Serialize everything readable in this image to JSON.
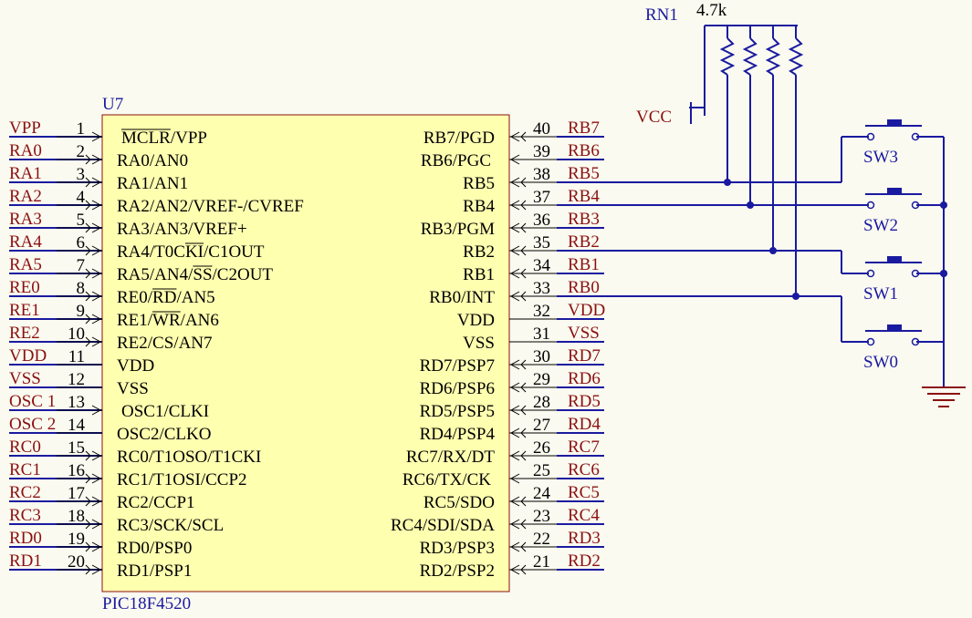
{
  "schematic": {
    "designator": "U7",
    "part_name": "PIC18F4520",
    "resistor_network": {
      "designator": "RN1",
      "value": "4.7k"
    },
    "power": {
      "vcc": "VCC"
    },
    "left_pins": [
      {
        "num": "1",
        "name": "MCLR/VPP",
        "net": "VPP",
        "arrow": "in"
      },
      {
        "num": "2",
        "name": "RA0/AN0",
        "net": "RA0",
        "arrow": "io"
      },
      {
        "num": "3",
        "name": "RA1/AN1",
        "net": "RA1",
        "arrow": "io"
      },
      {
        "num": "4",
        "name": "RA2/AN2/VREF-/CVREF",
        "net": "RA2",
        "arrow": "io"
      },
      {
        "num": "5",
        "name": "RA3/AN3/VREF+",
        "net": "RA3",
        "arrow": "io"
      },
      {
        "num": "6",
        "name": "RA4/T0CKI/C1OUT",
        "net": "RA4",
        "arrow": "io"
      },
      {
        "num": "7",
        "name": "RA5/AN4/SS/C2OUT",
        "net": "RA5",
        "arrow": "io"
      },
      {
        "num": "8",
        "name": "RE0/RD/AN5",
        "net": "RE0",
        "arrow": "io"
      },
      {
        "num": "9",
        "name": "RE1/WR/AN6",
        "net": "RE1",
        "arrow": "io"
      },
      {
        "num": "10",
        "name": "RE2/CS/AN7",
        "net": "RE2",
        "arrow": "io"
      },
      {
        "num": "11",
        "name": "VDD",
        "net": "VDD",
        "arrow": "none"
      },
      {
        "num": "12",
        "name": "VSS",
        "net": "VSS",
        "arrow": "none"
      },
      {
        "num": "13",
        "name": "OSC1/CLKI",
        "net": "OSC 1",
        "arrow": "in"
      },
      {
        "num": "14",
        "name": "OSC2/CLKO",
        "net": "OSC 2",
        "arrow": "none"
      },
      {
        "num": "15",
        "name": "RC0/T1OSO/T1CKI",
        "net": "RC0",
        "arrow": "io"
      },
      {
        "num": "16",
        "name": "RC1/T1OSI/CCP2",
        "net": "RC1",
        "arrow": "io"
      },
      {
        "num": "17",
        "name": "RC2/CCP1",
        "net": "RC2",
        "arrow": "io"
      },
      {
        "num": "18",
        "name": "RC3/SCK/SCL",
        "net": "RC3",
        "arrow": "io"
      },
      {
        "num": "19",
        "name": "RD0/PSP0",
        "net": "RD0",
        "arrow": "io"
      },
      {
        "num": "20",
        "name": "RD1/PSP1",
        "net": "RD1",
        "arrow": "io"
      }
    ],
    "right_pins": [
      {
        "num": "40",
        "name": "RB7/PGD",
        "net": "RB7",
        "arrow": "io"
      },
      {
        "num": "39",
        "name": "RB6/PGC",
        "net": "RB6",
        "arrow": "in"
      },
      {
        "num": "38",
        "name": "RB5",
        "net": "RB5",
        "arrow": "io"
      },
      {
        "num": "37",
        "name": "RB4",
        "net": "RB4",
        "arrow": "io"
      },
      {
        "num": "36",
        "name": "RB3/PGM",
        "net": "RB3",
        "arrow": "io"
      },
      {
        "num": "35",
        "name": "RB2",
        "net": "RB2",
        "arrow": "io"
      },
      {
        "num": "34",
        "name": "RB1",
        "net": "RB1",
        "arrow": "io"
      },
      {
        "num": "33",
        "name": "RB0/INT",
        "net": "RB0",
        "arrow": "io"
      },
      {
        "num": "32",
        "name": "VDD",
        "net": "VDD",
        "arrow": "none"
      },
      {
        "num": "31",
        "name": "VSS",
        "net": "VSS",
        "arrow": "none"
      },
      {
        "num": "30",
        "name": "RD7/PSP7",
        "net": "RD7",
        "arrow": "io"
      },
      {
        "num": "29",
        "name": "RD6/PSP6",
        "net": "RD6",
        "arrow": "io"
      },
      {
        "num": "28",
        "name": "RD5/PSP5",
        "net": "RD5",
        "arrow": "io"
      },
      {
        "num": "27",
        "name": "RD4/PSP4",
        "net": "RD4",
        "arrow": "io"
      },
      {
        "num": "26",
        "name": "RC7/RX/DT",
        "net": "RC7",
        "arrow": "io"
      },
      {
        "num": "25",
        "name": "RC6/TX/CK",
        "net": "RC6",
        "arrow": "in"
      },
      {
        "num": "24",
        "name": "RC5/SDO",
        "net": "RC5",
        "arrow": "io"
      },
      {
        "num": "23",
        "name": "RC4/SDI/SDA",
        "net": "RC4",
        "arrow": "io"
      },
      {
        "num": "22",
        "name": "RD3/PSP3",
        "net": "RD3",
        "arrow": "io"
      },
      {
        "num": "21",
        "name": "RD2/PSP2",
        "net": "RD2",
        "arrow": "io"
      }
    ],
    "switches": [
      {
        "label": "SW3",
        "net": "RB5"
      },
      {
        "label": "SW2",
        "net": "RB4"
      },
      {
        "label": "SW1",
        "net": "RB2"
      },
      {
        "label": "SW0",
        "net": "RB0"
      }
    ],
    "colors": {
      "wire": "#1a1aa0",
      "net_label": "#8b1010",
      "ic_fill": "#ffffb0",
      "ic_border": "#8b1010",
      "pin_line": "#000000"
    }
  }
}
